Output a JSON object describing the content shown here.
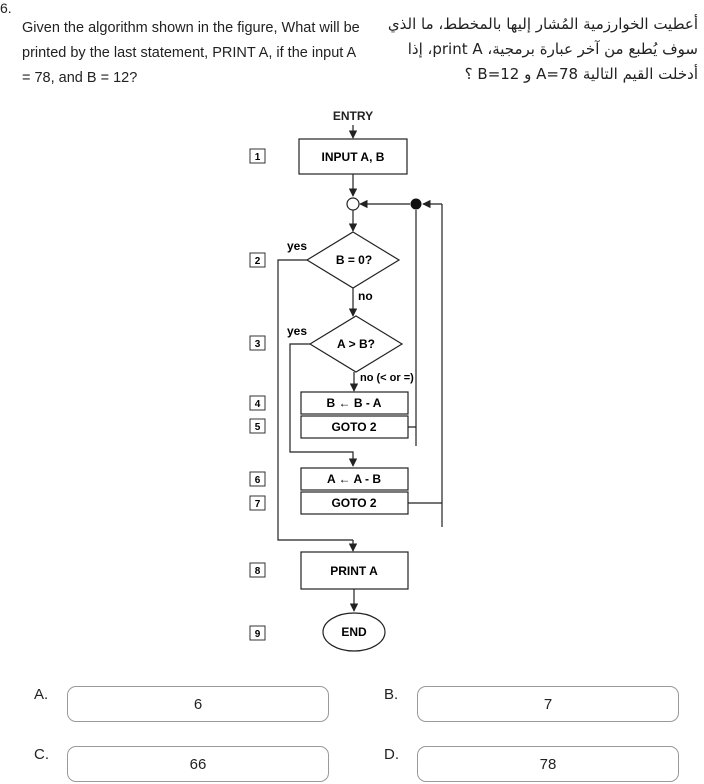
{
  "question": {
    "number": "6.",
    "text_en": "Given the algorithm shown in the figure, What will be printed by the last statement, PRINT A, if the input A = 78, and B = 12?",
    "text_ar": "أعطيت الخوارزمية المُشار إليها بالمخطط، ما الذي سوف يُطبع من آخر عبارة برمجية، print A، إذا أدخلت القيم التالية A=78 و B=12 ؟"
  },
  "flowchart": {
    "entry": "ENTRY",
    "steps": [
      {
        "num": "1",
        "text": "INPUT A, B"
      },
      {
        "num": "2",
        "text": "B = 0?"
      },
      {
        "num": "3",
        "text": "A > B?"
      },
      {
        "num": "4",
        "text": "B ← B - A"
      },
      {
        "num": "5",
        "text": "GOTO 2"
      },
      {
        "num": "6",
        "text": "A ← A - B"
      },
      {
        "num": "7",
        "text": "GOTO 2"
      },
      {
        "num": "8",
        "text": "PRINT A"
      },
      {
        "num": "9",
        "text": "END"
      }
    ],
    "labels": {
      "yes": "yes",
      "no": "no",
      "no_lt_eq": "no (< or =)"
    }
  },
  "options": [
    {
      "letter": "A.",
      "value": "6"
    },
    {
      "letter": "B.",
      "value": "7"
    },
    {
      "letter": "C.",
      "value": "66"
    },
    {
      "letter": "D.",
      "value": "78"
    }
  ]
}
